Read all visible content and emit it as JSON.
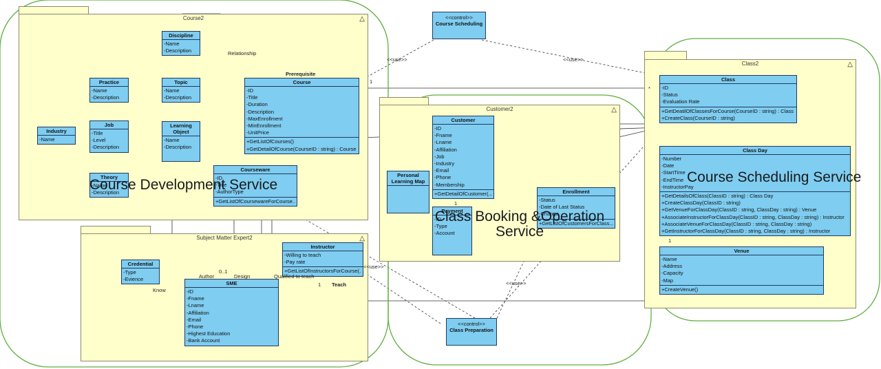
{
  "packages": {
    "course2": "Course2",
    "class2": "Class2",
    "customer2": "Customer2",
    "sme2": "Subject Matter Expert2",
    "triangle": "△"
  },
  "classes": {
    "discipline": {
      "name": "Discipline",
      "attrs": [
        "-Name",
        "-Description"
      ]
    },
    "practice": {
      "name": "Practice",
      "attrs": [
        "-Name",
        "-Description"
      ]
    },
    "topic": {
      "name": "Topic",
      "attrs": [
        "-Name",
        "-Description"
      ]
    },
    "job": {
      "name": "Job",
      "attrs": [
        "-Title",
        "-Level",
        "-Description"
      ]
    },
    "industry": {
      "name": "Industry",
      "attrs": [
        "-Name"
      ]
    },
    "learning_object": {
      "name_line1": "Learning",
      "name_line2": "Object",
      "attrs": [
        "-Name",
        "-Description"
      ]
    },
    "theory": {
      "name": "Theory",
      "attrs": [
        "-Name",
        "-Description"
      ]
    },
    "course": {
      "name": "Course",
      "attrs": [
        "-ID",
        "-Title",
        "-Duration",
        "-Description",
        "-MaxEnrollment",
        "-MinEnrollment",
        "-UnitPrice"
      ],
      "ops": [
        "+GetListOfCourses()",
        "+GetDetailOfCourse(CourseID : string) : Course"
      ]
    },
    "courseware": {
      "name": "Courseware",
      "attrs": [
        "-ID",
        "-Title",
        "-AuthorType"
      ],
      "ops": [
        "+GetListOfCoursewareForCourse..."
      ]
    },
    "credential": {
      "name": "Credential",
      "attrs": [
        "-Type",
        "-Evience"
      ]
    },
    "instructor": {
      "name": "Instructor",
      "attrs": [
        "-Willing to teach",
        "-Pay rate"
      ],
      "ops": [
        "+GetListOfInstructorsForCourse(..."
      ]
    },
    "sme": {
      "name": "SME",
      "attrs": [
        "-ID",
        "-Fname",
        "-Lname",
        "-Affiliation",
        "-Email",
        "-Phone",
        "-Highest Education",
        "-Bank Account"
      ]
    },
    "course_scheduling": {
      "stereo": "<<control>>",
      "name": "Course Scheduling"
    },
    "class_preparation": {
      "stereo": "<<control>>",
      "name": "Class Preparation"
    },
    "customer": {
      "name": "Customer",
      "attrs": [
        "-ID",
        "-Fname",
        "-Lname",
        "-Affiliation",
        "-Job",
        "-Industry",
        "-Email",
        "-Phone",
        "-Membership"
      ],
      "ops": [
        "+GetDetailOfCustomer(..."
      ]
    },
    "personal_learning_map": {
      "name_line1": "Personal",
      "name_line2": "Learning Map"
    },
    "payment": {
      "name": "Payment",
      "attrs": [
        "-ID",
        "-Type",
        "-Account"
      ]
    },
    "enrollment": {
      "name": "Enrollment",
      "attrs": [
        "-Status",
        "-Date of Last Status",
        "-Change"
      ],
      "ops": [
        "+GetListOfCustomersForClass..."
      ]
    },
    "class": {
      "name": "Class",
      "attrs": [
        "-ID",
        "-Status",
        "-Evaluation Rate"
      ],
      "ops": [
        "+GetDeatilOfClassesForCourse(CourseID : string) : Class",
        "+CreateClass(CourseID : string)"
      ]
    },
    "class_day": {
      "name": "Class Day",
      "attrs": [
        "-Number",
        "-Date",
        "-StartTime",
        "-EndTime",
        "-InstructorPay"
      ],
      "ops": [
        "+GetDetailsOfClass(ClassID : string) : Class Day",
        "+CreateClassDay(ClassID : string)",
        "+GetVenueForClassDay(ClassID : string, ClassDay : string) : Venue",
        "+AssociateInstructorForClassDay(ClassID : string, ClassDay : string) : Instructor",
        "+AssociateVenueForClassDay(ClassID : string, ClassDay : string)",
        "+GetInstructorForClassDay(ClassID : string, ClassDay : string) : Instructor"
      ]
    },
    "venue": {
      "name": "Venue",
      "attrs": [
        "-Name",
        "-Address",
        "-Capacity",
        "-Map"
      ],
      "ops": [
        "+CreateVenue()"
      ]
    }
  },
  "labels": {
    "relationship": "Relationship",
    "prerequisite": "Prerequisite",
    "use": "<<use>>",
    "star": "*",
    "one": "1",
    "zero_one": "0..1",
    "author": "Author",
    "design": "Design",
    "qualified": "Qualified to teach",
    "know": "Know",
    "teach": "Teach"
  },
  "services": {
    "course_dev": "Course Development Service",
    "booking_line1": "Class Booking &Operation",
    "booking_line2": "Service",
    "scheduling": "Course Scheduling Service"
  },
  "colors": {
    "package_fill": "#ffffcc",
    "class_fill": "#7fcdf1",
    "service_outline": "#5fae3e"
  }
}
